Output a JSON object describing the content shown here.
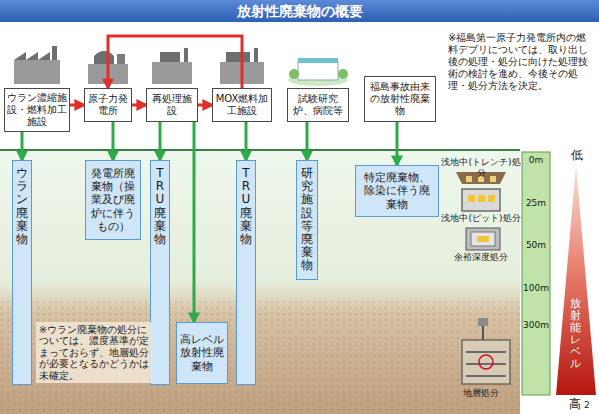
{
  "diagram": {
    "title": "放射性廃棄物の概要",
    "nodes": [
      {
        "text": [
          "ウラン濃縮施設・燃料加工施設"
        ]
      },
      {
        "text": [
          "原子力発電所"
        ]
      },
      {
        "text": [
          "再処理施設"
        ]
      },
      {
        "text": [
          "MOX燃料加工施設"
        ]
      },
      {
        "text": [
          "試験研究炉、病院等"
        ]
      },
      {
        "text": [
          "福島事故由来の放射性廃棄物"
        ]
      },
      {
        "text": [
          "ウラン廃棄物"
        ]
      },
      {
        "text": [
          "発電所廃棄物（操業及び廃炉に伴うもの）"
        ]
      },
      {
        "text": [
          "TRU廃棄物"
        ]
      },
      {
        "text": [
          "高レベル放射性廃棄物"
        ]
      },
      {
        "text": [
          "TRU廃棄物"
        ]
      },
      {
        "text": [
          "研究施設等廃棄物"
        ]
      },
      {
        "text": [
          "特定廃棄物、除染に伴う廃棄物"
        ]
      }
    ],
    "edges": [
      {
        "from": 0,
        "to": 1,
        "arrow": "to"
      },
      {
        "from": 1,
        "to": 2,
        "arrow": "to"
      },
      {
        "from": 2,
        "to": 3,
        "arrow": "to"
      },
      {
        "from": 3,
        "to": 1,
        "arrow": "to"
      },
      {
        "from": 0,
        "to": 6,
        "arrow": "to"
      },
      {
        "from": 1,
        "to": 7,
        "arrow": "to"
      },
      {
        "from": 2,
        "to": 8,
        "arrow": "to"
      },
      {
        "from": 2,
        "to": 9,
        "arrow": "to"
      },
      {
        "from": 3,
        "to": 10,
        "arrow": "to"
      },
      {
        "from": 4,
        "to": 11,
        "arrow": "to"
      },
      {
        "from": 5,
        "to": 12,
        "arrow": "to"
      }
    ],
    "labels": [
      "※福島第一原子力発電所内の燃料デブリについては、取り出し後の処理・処分に向けた処理技術の検討を進め、今後その処理・処分方法を決定。",
      "※ウラン廃棄物の処分については、濃度基準が定まっておらず、地層処分が必要となるかどうかは未確定。",
      "浅地中(トレンチ)処分",
      "浅地中(ピット)処分",
      "余裕深度処分",
      "地層処分",
      "0m",
      "25m",
      "50m",
      "100m",
      "300m",
      "低",
      "放射能レベル",
      "高",
      "2"
    ]
  }
}
